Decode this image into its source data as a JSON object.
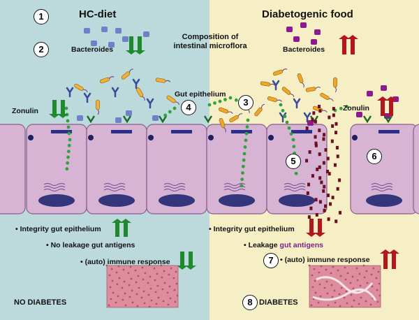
{
  "colors": {
    "left_bg": "#bcd9dc",
    "right_bg": "#f6efc6",
    "cell": "#d7b3d4",
    "cell_border": "#8a5c8e",
    "nucleus": "#34357a",
    "green_arrow": "#1e8a2e",
    "red_arrow": "#b3161b",
    "tissue": "#dd8d9e",
    "purple_text": "#7a1f8a"
  },
  "left": {
    "title": "HC-diet",
    "number": "1",
    "bacteroides_number": "2",
    "bacteroides_label": "Bacteroides",
    "bacteroides_trend": "decrease",
    "zonulin_label": "Zonulin",
    "zonulin_trend": "decrease",
    "integrity_label": "• Integrity gut epithelium",
    "integrity_trend": "increase",
    "leakage_label": "• No leakage gut antigens",
    "immune_label": "• (auto) immune response",
    "immune_trend": "decrease",
    "outcome": "NO DIABETES"
  },
  "center": {
    "microflora_line1": "Composition of",
    "microflora_line2": "intestinal microflora",
    "epithelium_label": "Gut epithelium",
    "epithelium_number": "4"
  },
  "right": {
    "title": "Diabetogenic food",
    "bacteroides_label": "Bacteroides",
    "bacteroides_trend": "increase",
    "zonulin_label": "Zonulin",
    "zonulin_trend": "increase",
    "number_3": "3",
    "number_5": "5",
    "number_6": "6",
    "integrity_label": "• Integrity gut epithelium",
    "integrity_trend": "decrease",
    "leakage_prefix": "• Leakage ",
    "leakage_highlight": "gut antigens",
    "immune_number": "7",
    "immune_label": "• (auto) immune response",
    "immune_trend": "increase",
    "outcome_number": "8",
    "outcome": "DIABETES"
  }
}
